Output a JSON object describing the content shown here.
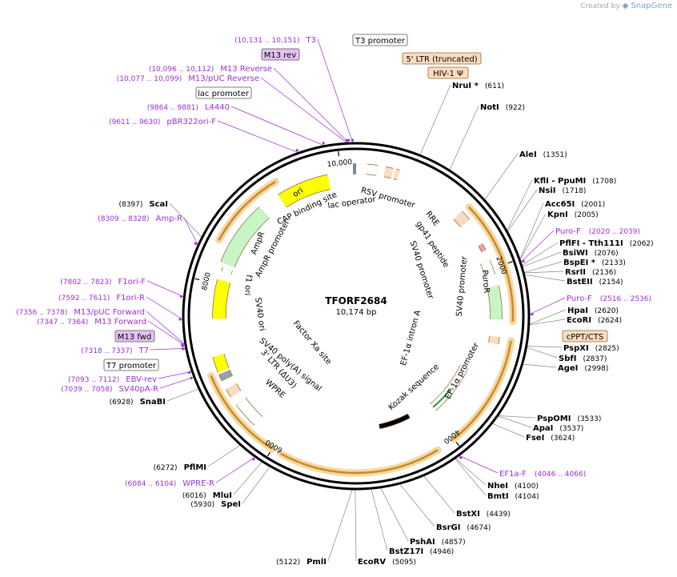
{
  "credit": {
    "prefix": "Created by",
    "brand": "SnapGene"
  },
  "plasmid": {
    "name": "TFORF2684",
    "length": "10,174 bp",
    "total_bp": 10174
  },
  "colors": {
    "site": "#000000",
    "primer": "#9b30d9",
    "feature_fill": "#fbdcc0",
    "feature_stroke": "#8a6a3a",
    "orf": "#f4a640",
    "backbone": "#000000",
    "ori": "#ffff00",
    "marker_green": "#c9f5c5"
  },
  "ticks": [
    {
      "bp": 2000,
      "label": "2000"
    },
    {
      "bp": 4000,
      "label": "4000"
    },
    {
      "bp": 6000,
      "label": "6000"
    },
    {
      "bp": 8000,
      "label": "8000"
    },
    {
      "bp": 10000,
      "label": "10,000"
    }
  ],
  "sites_right": [
    {
      "bp": 611,
      "name": "NruI",
      "star": " *",
      "pos": "(611)"
    },
    {
      "bp": 922,
      "name": "NotI",
      "star": "",
      "pos": "(922)"
    },
    {
      "bp": 1351,
      "name": "AleI",
      "star": "",
      "pos": "(1351)"
    },
    {
      "bp": 1708,
      "name": "KflI - PpuMI",
      "star": "",
      "pos": "(1708)"
    },
    {
      "bp": 1718,
      "name": "NsiI",
      "star": "",
      "pos": "(1718)"
    },
    {
      "bp": 2001,
      "name": "Acc65I",
      "star": "",
      "pos": "(2001)"
    },
    {
      "bp": 2005,
      "name": "KpnI",
      "star": "",
      "pos": "(2005)"
    },
    {
      "bp": 2062,
      "name": "PflFI - Tth111I",
      "star": "",
      "pos": "(2062)"
    },
    {
      "bp": 2076,
      "name": "BsiWI",
      "star": "",
      "pos": "(2076)"
    },
    {
      "bp": 2133,
      "name": "BspEI",
      "star": " *",
      "pos": "(2133)"
    },
    {
      "bp": 2136,
      "name": "RsrII",
      "star": "",
      "pos": "(2136)"
    },
    {
      "bp": 2154,
      "name": "BstEII",
      "star": "",
      "pos": "(2154)"
    },
    {
      "bp": 2620,
      "name": "HpaI",
      "star": "",
      "pos": "(2620)"
    },
    {
      "bp": 2624,
      "name": "EcoRI",
      "star": "",
      "pos": "(2624)"
    },
    {
      "bp": 2825,
      "name": "PspXI",
      "star": "",
      "pos": "(2825)"
    },
    {
      "bp": 2837,
      "name": "SbfI",
      "star": "",
      "pos": "(2837)"
    },
    {
      "bp": 2998,
      "name": "AgeI",
      "star": "",
      "pos": "(2998)"
    },
    {
      "bp": 3533,
      "name": "PspOMI",
      "star": "",
      "pos": "(3533)"
    },
    {
      "bp": 3537,
      "name": "ApaI",
      "star": "",
      "pos": "(3537)"
    },
    {
      "bp": 3624,
      "name": "FseI",
      "star": "",
      "pos": "(3624)"
    },
    {
      "bp": 4100,
      "name": "NheI",
      "star": "",
      "pos": "(4100)"
    },
    {
      "bp": 4104,
      "name": "BmtI",
      "star": "",
      "pos": "(4104)"
    },
    {
      "bp": 4439,
      "name": "BstXI",
      "star": "",
      "pos": "(4439)"
    },
    {
      "bp": 4674,
      "name": "BsrGI",
      "star": "",
      "pos": "(4674)"
    },
    {
      "bp": 4857,
      "name": "PshAI",
      "star": "",
      "pos": "(4857)"
    },
    {
      "bp": 4946,
      "name": "BstZ17I",
      "star": "",
      "pos": "(4946)"
    },
    {
      "bp": 5095,
      "name": "EcoRV",
      "star": "",
      "pos": "(5095)"
    }
  ],
  "sites_left": [
    {
      "bp": 5122,
      "name": "PmlI",
      "pos": "(5122)"
    },
    {
      "bp": 5930,
      "name": "SpeI",
      "pos": "(5930)"
    },
    {
      "bp": 6016,
      "name": "MluI",
      "pos": "(6016)"
    },
    {
      "bp": 6272,
      "name": "PflMI",
      "pos": "(6272)"
    },
    {
      "bp": 6928,
      "name": "SnaBI",
      "pos": "(6928)"
    },
    {
      "bp": 8397,
      "name": "ScaI",
      "pos": "(8397)"
    }
  ],
  "primers_right": [
    {
      "bp": 2030,
      "name": "Puro-F",
      "range": "(2020 .. 2039)"
    },
    {
      "bp": 2526,
      "name": "Puro-F",
      "range": "(2516 .. 2536)"
    },
    {
      "bp": 4056,
      "name": "EF1a-F",
      "range": "(4046 .. 4066)"
    }
  ],
  "primers_left": [
    {
      "bp": 6094,
      "name": "WPRE-R",
      "range": "(6084 .. 6104)"
    },
    {
      "bp": 7048,
      "name": "SV40pA-R",
      "range": "(7039 .. 7058)"
    },
    {
      "bp": 7103,
      "name": "EBV-rev",
      "range": "(7093 .. 7112)"
    },
    {
      "bp": 7327,
      "name": "T7",
      "range": "(7318 .. 7337)"
    },
    {
      "bp": 7355,
      "name": "M13 Forward",
      "range": "(7347 .. 7364)"
    },
    {
      "bp": 7367,
      "name": "M13/pUC Forward",
      "range": "(7356 .. 7378)"
    },
    {
      "bp": 7601,
      "name": "F1ori-R",
      "range": "(7592 .. 7611)"
    },
    {
      "bp": 7812,
      "name": "F1ori-F",
      "range": "(7802 .. 7823)"
    },
    {
      "bp": 8318,
      "name": "Amp-R",
      "range": "(8309 .. 8328)"
    },
    {
      "bp": 9620,
      "name": "pBR322ori-F",
      "range": "(9611 .. 9630)"
    },
    {
      "bp": 9872,
      "name": "L4440",
      "range": "(9864 .. 9881)"
    },
    {
      "bp": 10088,
      "name": "M13/pUC Reverse",
      "range": "(10,077 .. 10,099)"
    },
    {
      "bp": 10104,
      "name": "M13 Reverse",
      "range": "(10,096 .. 10,112)"
    },
    {
      "bp": 10141,
      "name": "T3",
      "range": "(10,131 .. 10,151)"
    }
  ],
  "boxed_labels": [
    {
      "text": "T3 promoter",
      "kind": "promoter"
    },
    {
      "text": "M13 rev",
      "kind": "primer"
    },
    {
      "text": "5' LTR (truncated)",
      "kind": "feature"
    },
    {
      "text": "HIV-1 Ψ",
      "kind": "feature"
    },
    {
      "text": "lac promoter",
      "kind": "promoter"
    },
    {
      "text": "cPPT/CTS",
      "kind": "feature"
    },
    {
      "text": "M13 fwd",
      "kind": "primer"
    },
    {
      "text": "T7 promoter",
      "kind": "promoter"
    }
  ],
  "inner_labels": [
    "CAP binding site",
    "lac operator",
    "RSV promoter",
    "RRE",
    "gp41 peptide",
    "SV40 promoter",
    "PuroR",
    "EF-1α promoter",
    "EF-1α intron A",
    "Kozak sequence",
    "Factor Xa site",
    "SV40 poly(A) signal",
    "3' LTR (ΔU3)",
    "WPRE",
    "SV40 ori",
    "f1 ori",
    "AmpR",
    "AmpR promoter",
    "ori"
  ]
}
